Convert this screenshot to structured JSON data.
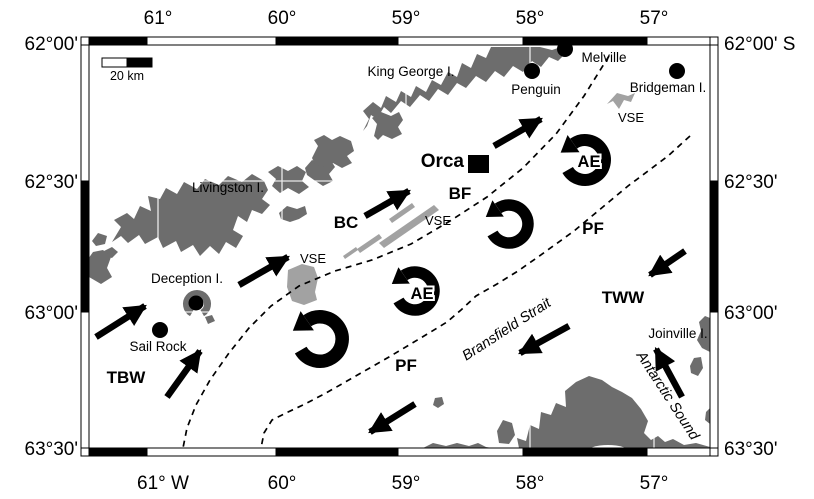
{
  "axis": {
    "top": [
      "61°",
      "60°",
      "59°",
      "58°",
      "57°"
    ],
    "bottom": [
      "61° W",
      "60°",
      "59°",
      "58°",
      "57°"
    ],
    "left": [
      "62°00'",
      "62°30'",
      "63°00'",
      "63°30'"
    ],
    "right": [
      "62°00' S",
      "62°30'",
      "63°00'",
      "63°30'"
    ]
  },
  "scale_bar": {
    "label": "20 km"
  },
  "places": {
    "king_george": "King George I.",
    "livingston": "Livingston I.",
    "deception": "Deception I.",
    "sail_rock": "Sail Rock",
    "melville": "Melville",
    "penguin": "Penguin",
    "bridgeman": "Bridgeman I.",
    "joinville": "Joinville I.",
    "bransfield_strait": "Bransfield Strait",
    "antarctic_sound": "Antarctic Sound",
    "orca": "Orca"
  },
  "features": {
    "bc": "BC",
    "bf": "BF",
    "pf": "PF",
    "ae": "AE",
    "vse": "VSE",
    "tww": "TWW",
    "tbw": "TBW"
  },
  "colors": {
    "land": "#6d6d6d",
    "seamount": "#a2a2a2",
    "ink": "#000000",
    "sea": "#ffffff"
  }
}
